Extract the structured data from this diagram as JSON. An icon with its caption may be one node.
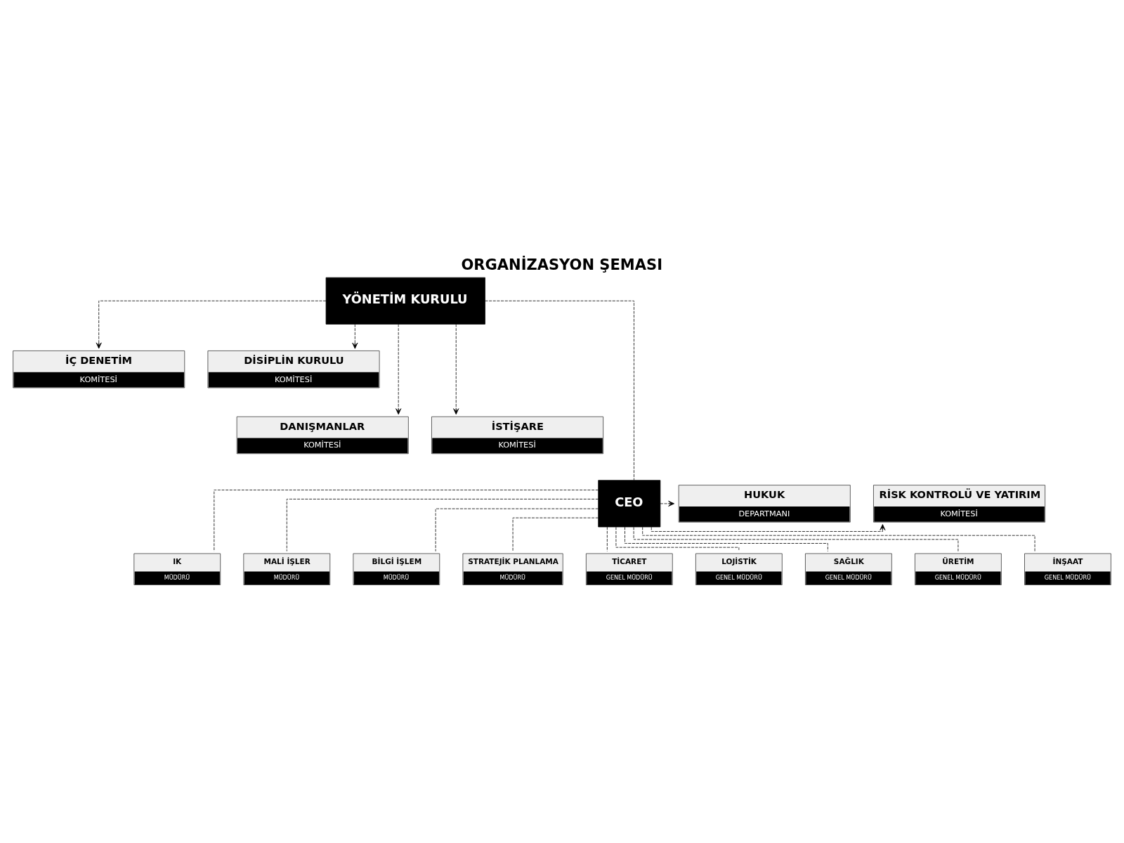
{
  "diagram": {
    "title": "ORGANİZASYON ŞEMASI",
    "nodes": [
      {
        "text": [
          "YÖNETİM KURULU"
        ]
      },
      {
        "text": [
          "İÇ DENETİM",
          "KOMİTESİ"
        ]
      },
      {
        "text": [
          "DİSİPLİN KURULU",
          "KOMİTESİ"
        ]
      },
      {
        "text": [
          "DANIŞMANLAR",
          "KOMİTESİ"
        ]
      },
      {
        "text": [
          "İSTİŞARE",
          "KOMİTESİ"
        ]
      },
      {
        "text": [
          "RİSK KONTROLÜ VE YATIRIM",
          "KOMİTESİ"
        ]
      },
      {
        "text": [
          "CEO"
        ]
      },
      {
        "text": [
          "HUKUK",
          "DEPARTMANI"
        ]
      },
      {
        "text": [
          "IK",
          "MÜDÜRÜ"
        ]
      },
      {
        "text": [
          "MALİ İŞLER",
          "MÜDÜRÜ"
        ]
      },
      {
        "text": [
          "BİLGİ İŞLEM",
          "MÜDÜRÜ"
        ]
      },
      {
        "text": [
          "STRATEJİK PLANLAMA",
          "MÜDÜRÜ"
        ]
      },
      {
        "text": [
          "TİCARET",
          "GENEL MÜDÜRÜ"
        ]
      },
      {
        "text": [
          "LOJİSTİK",
          "GENEL MÜDÜRÜ"
        ]
      },
      {
        "text": [
          "SAĞLIK",
          "GENEL MÜDÜRÜ"
        ]
      },
      {
        "text": [
          "ÜRETİM",
          "GENEL MÜDÜRÜ"
        ]
      },
      {
        "text": [
          "İNŞAAT",
          "GENEL MÜDÜRÜ"
        ]
      }
    ],
    "edges": [
      {
        "from": 0,
        "to": 6,
        "arrow": "none",
        "style": "dashed"
      },
      {
        "from": 0,
        "to": 1,
        "arrow": "to",
        "style": "dashed"
      },
      {
        "from": 0,
        "to": 2,
        "arrow": "to",
        "style": "dashed"
      },
      {
        "from": 0,
        "to": 3,
        "arrow": "to",
        "style": "dashed"
      },
      {
        "from": 0,
        "to": 4,
        "arrow": "to",
        "style": "dashed"
      },
      {
        "from": 6,
        "to": 5,
        "arrow": "to",
        "style": "dashed"
      },
      {
        "from": 6,
        "to": 7,
        "arrow": "to",
        "style": "dashed"
      },
      {
        "from": 6,
        "to": 8,
        "arrow": "none",
        "style": "dashed"
      },
      {
        "from": 6,
        "to": 9,
        "arrow": "none",
        "style": "dashed"
      },
      {
        "from": 6,
        "to": 10,
        "arrow": "none",
        "style": "dashed"
      },
      {
        "from": 6,
        "to": 11,
        "arrow": "none",
        "style": "dashed"
      },
      {
        "from": 6,
        "to": 12,
        "arrow": "none",
        "style": "dashed"
      },
      {
        "from": 6,
        "to": 13,
        "arrow": "none",
        "style": "dashed"
      },
      {
        "from": 6,
        "to": 14,
        "arrow": "none",
        "style": "dashed"
      },
      {
        "from": 6,
        "to": 15,
        "arrow": "none",
        "style": "dashed"
      },
      {
        "from": 6,
        "to": 16,
        "arrow": "none",
        "style": "dashed"
      }
    ]
  }
}
